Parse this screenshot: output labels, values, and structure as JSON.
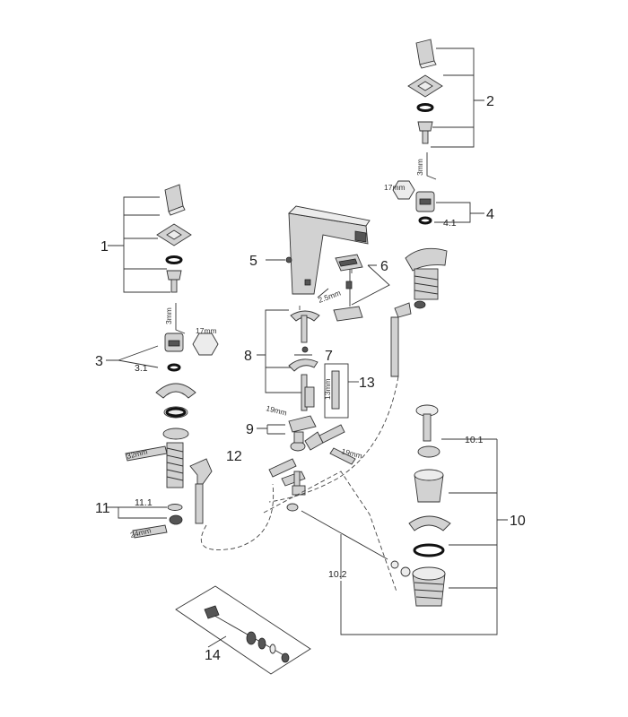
{
  "callouts": {
    "n1": "1",
    "n2": "2",
    "n3": "3",
    "n3_1": "3.1",
    "n4": "4",
    "n4_1": "4.1",
    "n5": "5",
    "n6": "6",
    "n7": "7",
    "n8": "8",
    "n9": "9",
    "n10": "10",
    "n10_1": "10.1",
    "n10_2": "10.2",
    "n11": "11",
    "n11_1": "11.1",
    "n12": "12",
    "n13": "13",
    "n14": "14"
  },
  "dimensions": {
    "left_hex_key": "3mm",
    "left_wrench": "17mm",
    "right_hex_key": "3mm",
    "right_wrench": "17mm",
    "spout_hex_key": "2.5mm",
    "hose_wrench_left": "19mm",
    "hose_wrench_right": "19mm",
    "cartridge_hex": "13mm",
    "nut_wrench_32": "32mm",
    "nut_wrench_24": "24mm"
  },
  "colors": {
    "line": "#333333",
    "part_fill": "#d2d2d2",
    "seal": "#111111",
    "background": "#ffffff"
  }
}
